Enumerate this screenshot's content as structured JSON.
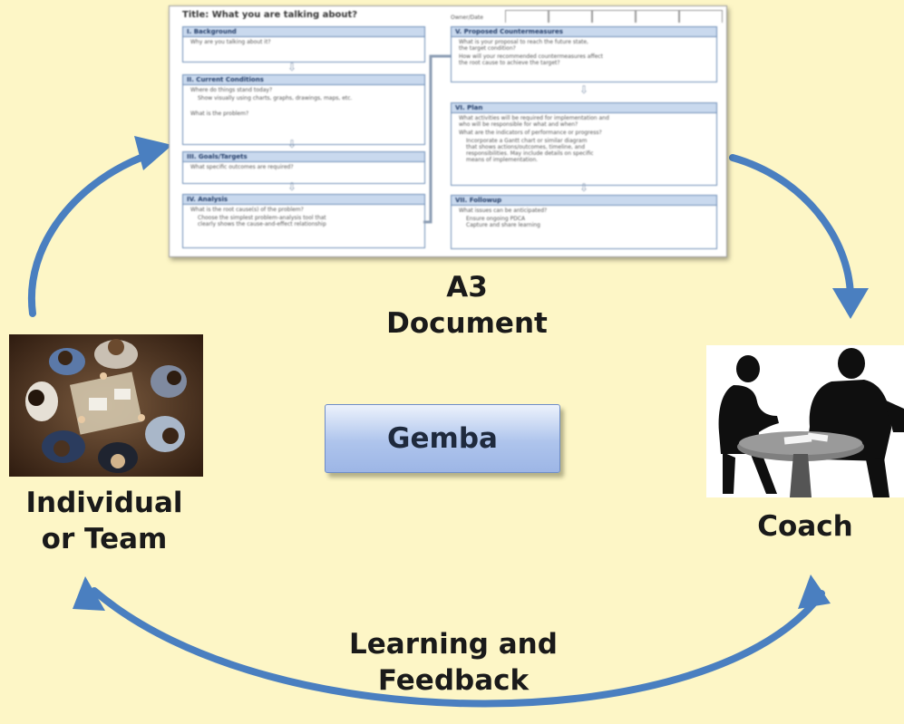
{
  "diagram": {
    "a3_label_line1": "A3",
    "a3_label_line2": "Document",
    "gemba_label": "Gemba",
    "team_label_line1": "Individual",
    "team_label_line2": "or Team",
    "coach_label": "Coach",
    "feedback_label_line1": "Learning and",
    "feedback_label_line2": "Feedback",
    "arrow_color": "#4a7fc0",
    "background_color": "#fdf6c6"
  },
  "a3_document": {
    "title": "Title: What you are talking about?",
    "date_label": "Owner/Date",
    "left_sections": [
      {
        "header": "I. Background",
        "lines": [
          "Why are you talking about it?"
        ]
      },
      {
        "header": "II. Current Conditions",
        "lines": [
          "Where do things stand today?",
          "Show visually using charts, graphs, drawings, maps, etc.",
          "What is the problem?"
        ]
      },
      {
        "header": "III. Goals/Targets",
        "lines": [
          "What specific outcomes are required?"
        ]
      },
      {
        "header": "IV. Analysis",
        "lines": [
          "What is the root cause(s) of the problem?",
          "Choose the simplest problem-analysis tool that",
          "clearly shows the cause-and-effect relationship"
        ]
      }
    ],
    "right_sections": [
      {
        "header": "V. Proposed Countermeasures",
        "lines": [
          "What is your proposal to reach the future state,",
          "the target condition?",
          "How will your recommended countermeasures affect",
          "the root cause to achieve the target?"
        ]
      },
      {
        "header": "VI. Plan",
        "lines": [
          "What activities will be required for implementation and",
          "who will be responsible for what and when?",
          "What are the indicators of performance or progress?",
          "Incorporate a Gantt chart or similar diagram",
          "that shows actions/outcomes, timeline, and",
          "responsibilities. May include details on specific",
          "means of implementation."
        ]
      },
      {
        "header": "VII. Followup",
        "lines": [
          "What issues can be anticipated?",
          "Ensure ongoing PDCA",
          "Capture and share learning"
        ]
      }
    ]
  }
}
